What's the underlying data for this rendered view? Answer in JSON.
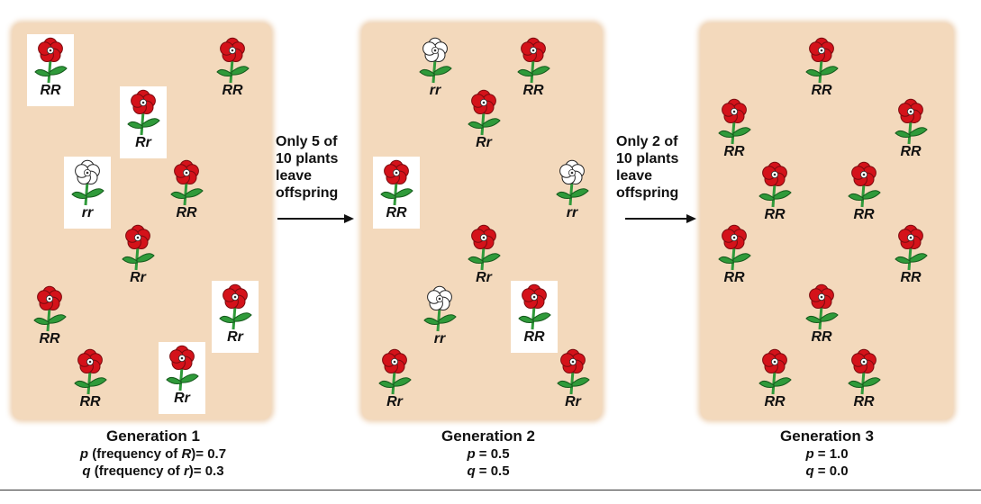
{
  "colors": {
    "panel": "#f3d9bc",
    "red_flower": "#d4121a",
    "stem": "#2f9a3a"
  },
  "icons": {
    "red": "red-flower-icon",
    "white": "white-flower-icon"
  },
  "panels": [
    {
      "name": "generation-1",
      "plants": [
        {
          "genotype": "RR",
          "color": "red",
          "boxed": true
        },
        {
          "genotype": "RR",
          "color": "red",
          "boxed": false
        },
        {
          "genotype": "Rr",
          "color": "red",
          "boxed": true
        },
        {
          "genotype": "rr",
          "color": "white",
          "boxed": true
        },
        {
          "genotype": "RR",
          "color": "red",
          "boxed": false
        },
        {
          "genotype": "Rr",
          "color": "red",
          "boxed": false
        },
        {
          "genotype": "RR",
          "color": "red",
          "boxed": false
        },
        {
          "genotype": "Rr",
          "color": "red",
          "boxed": true
        },
        {
          "genotype": "RR",
          "color": "red",
          "boxed": false
        },
        {
          "genotype": "Rr",
          "color": "red",
          "boxed": true
        }
      ]
    },
    {
      "name": "generation-2",
      "plants": [
        {
          "genotype": "rr",
          "color": "white",
          "boxed": false
        },
        {
          "genotype": "RR",
          "color": "red",
          "boxed": false
        },
        {
          "genotype": "Rr",
          "color": "red",
          "boxed": false
        },
        {
          "genotype": "RR",
          "color": "red",
          "boxed": true
        },
        {
          "genotype": "rr",
          "color": "white",
          "boxed": false
        },
        {
          "genotype": "Rr",
          "color": "red",
          "boxed": false
        },
        {
          "genotype": "rr",
          "color": "white",
          "boxed": false
        },
        {
          "genotype": "RR",
          "color": "red",
          "boxed": true
        },
        {
          "genotype": "Rr",
          "color": "red",
          "boxed": false
        },
        {
          "genotype": "Rr",
          "color": "red",
          "boxed": false
        }
      ]
    },
    {
      "name": "generation-3",
      "plants": [
        {
          "genotype": "RR",
          "color": "red",
          "boxed": false
        },
        {
          "genotype": "RR",
          "color": "red",
          "boxed": false
        },
        {
          "genotype": "RR",
          "color": "red",
          "boxed": false
        },
        {
          "genotype": "RR",
          "color": "red",
          "boxed": false
        },
        {
          "genotype": "RR",
          "color": "red",
          "boxed": false
        },
        {
          "genotype": "RR",
          "color": "red",
          "boxed": false
        },
        {
          "genotype": "RR",
          "color": "red",
          "boxed": false
        },
        {
          "genotype": "RR",
          "color": "red",
          "boxed": false
        },
        {
          "genotype": "RR",
          "color": "red",
          "boxed": false
        },
        {
          "genotype": "RR",
          "color": "red",
          "boxed": false
        }
      ]
    }
  ],
  "arrows": [
    {
      "lines": [
        "Only 5 of",
        "10 plants",
        "leave",
        "offspring"
      ]
    },
    {
      "lines": [
        "Only 2 of",
        "10 plants",
        "leave",
        "offspring"
      ]
    }
  ],
  "captions": [
    {
      "title": "Generation 1",
      "p_symbol": "p",
      "p_middle": " (frequency of ",
      "p_allele": "R",
      "p_end": ")= 0.7",
      "q_symbol": "q",
      "q_middle": " (frequency of ",
      "q_allele": "r",
      "q_end": ")= 0.3"
    },
    {
      "title": "Generation 2",
      "p_symbol": "p",
      "p_end": " = 0.5",
      "q_symbol": "q",
      "q_end": " = 0.5"
    },
    {
      "title": "Generation 3",
      "p_symbol": "p",
      "p_end": " = 1.0",
      "q_symbol": "q",
      "q_end": " = 0.0"
    }
  ]
}
